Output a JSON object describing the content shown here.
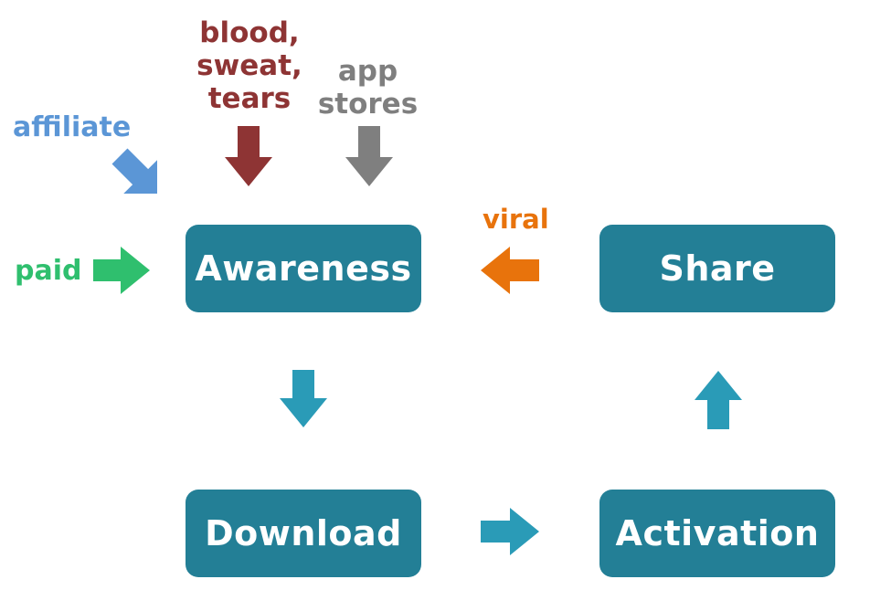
{
  "diagram": {
    "nodes": {
      "awareness": "Awareness",
      "share": "Share",
      "download": "Download",
      "activation": "Activation"
    },
    "sources": {
      "blood_sweat_tears": [
        "blood,",
        "sweat,",
        "tears"
      ],
      "app_stores": [
        "app",
        "stores"
      ],
      "affiliate": "affiliate",
      "paid": "paid",
      "viral": "viral"
    }
  },
  "colors": {
    "box": "#237f96",
    "flow_arrow": "#2a9bb7",
    "blood_sweat_tears": "#8e3434",
    "app_stores": "#7f7f7f",
    "affiliate": "#5b96d6",
    "paid": "#2fbf6e",
    "viral": "#e8730c"
  }
}
